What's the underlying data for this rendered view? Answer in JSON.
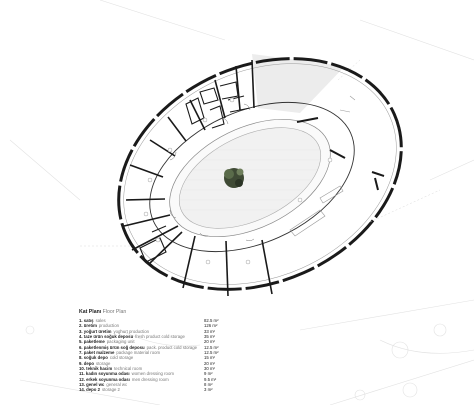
{
  "legend": {
    "title_tr": "Kat Planı",
    "title_en": "Floor Plan",
    "rooms": [
      {
        "tr": "1. satış",
        "en": "sales",
        "area": "82.5 m²"
      },
      {
        "tr": "2. üretim",
        "en": "production",
        "area": "126 m²"
      },
      {
        "tr": "3. yoğurt üretim",
        "en": "yoghurt production",
        "area": "33 m²"
      },
      {
        "tr": "4. taze ürün soğuk deposu",
        "en": "fresh product cold storage",
        "area": "35 m²"
      },
      {
        "tr": "5. paketleme",
        "en": "packaging unit",
        "area": "20 m²"
      },
      {
        "tr": "6. paketlenmiş ürün soğ deposu",
        "en": "pack. product cold storage",
        "area": "12.5 m²"
      },
      {
        "tr": "7. paket malzeme",
        "en": "package material room",
        "area": "12.5 m²"
      },
      {
        "tr": "8. soğuk depo",
        "en": "cold storage",
        "area": "15 m²"
      },
      {
        "tr": "9. depo",
        "en": "storage",
        "area": "20 m²"
      },
      {
        "tr": "10. teknik hacim",
        "en": "technical room",
        "area": "30 m²"
      },
      {
        "tr": "11. kadın soyunma odası",
        "en": "women dressing room",
        "area": "9 m²"
      },
      {
        "tr": "12. erkek soyunma odası",
        "en": "men dressing room",
        "area": "9.5 m²"
      },
      {
        "tr": "13. genel wc",
        "en": "general wc",
        "area": "8 m²"
      },
      {
        "tr": "14. depo 2",
        "en": "storage 2",
        "area": "3 m²"
      }
    ]
  }
}
